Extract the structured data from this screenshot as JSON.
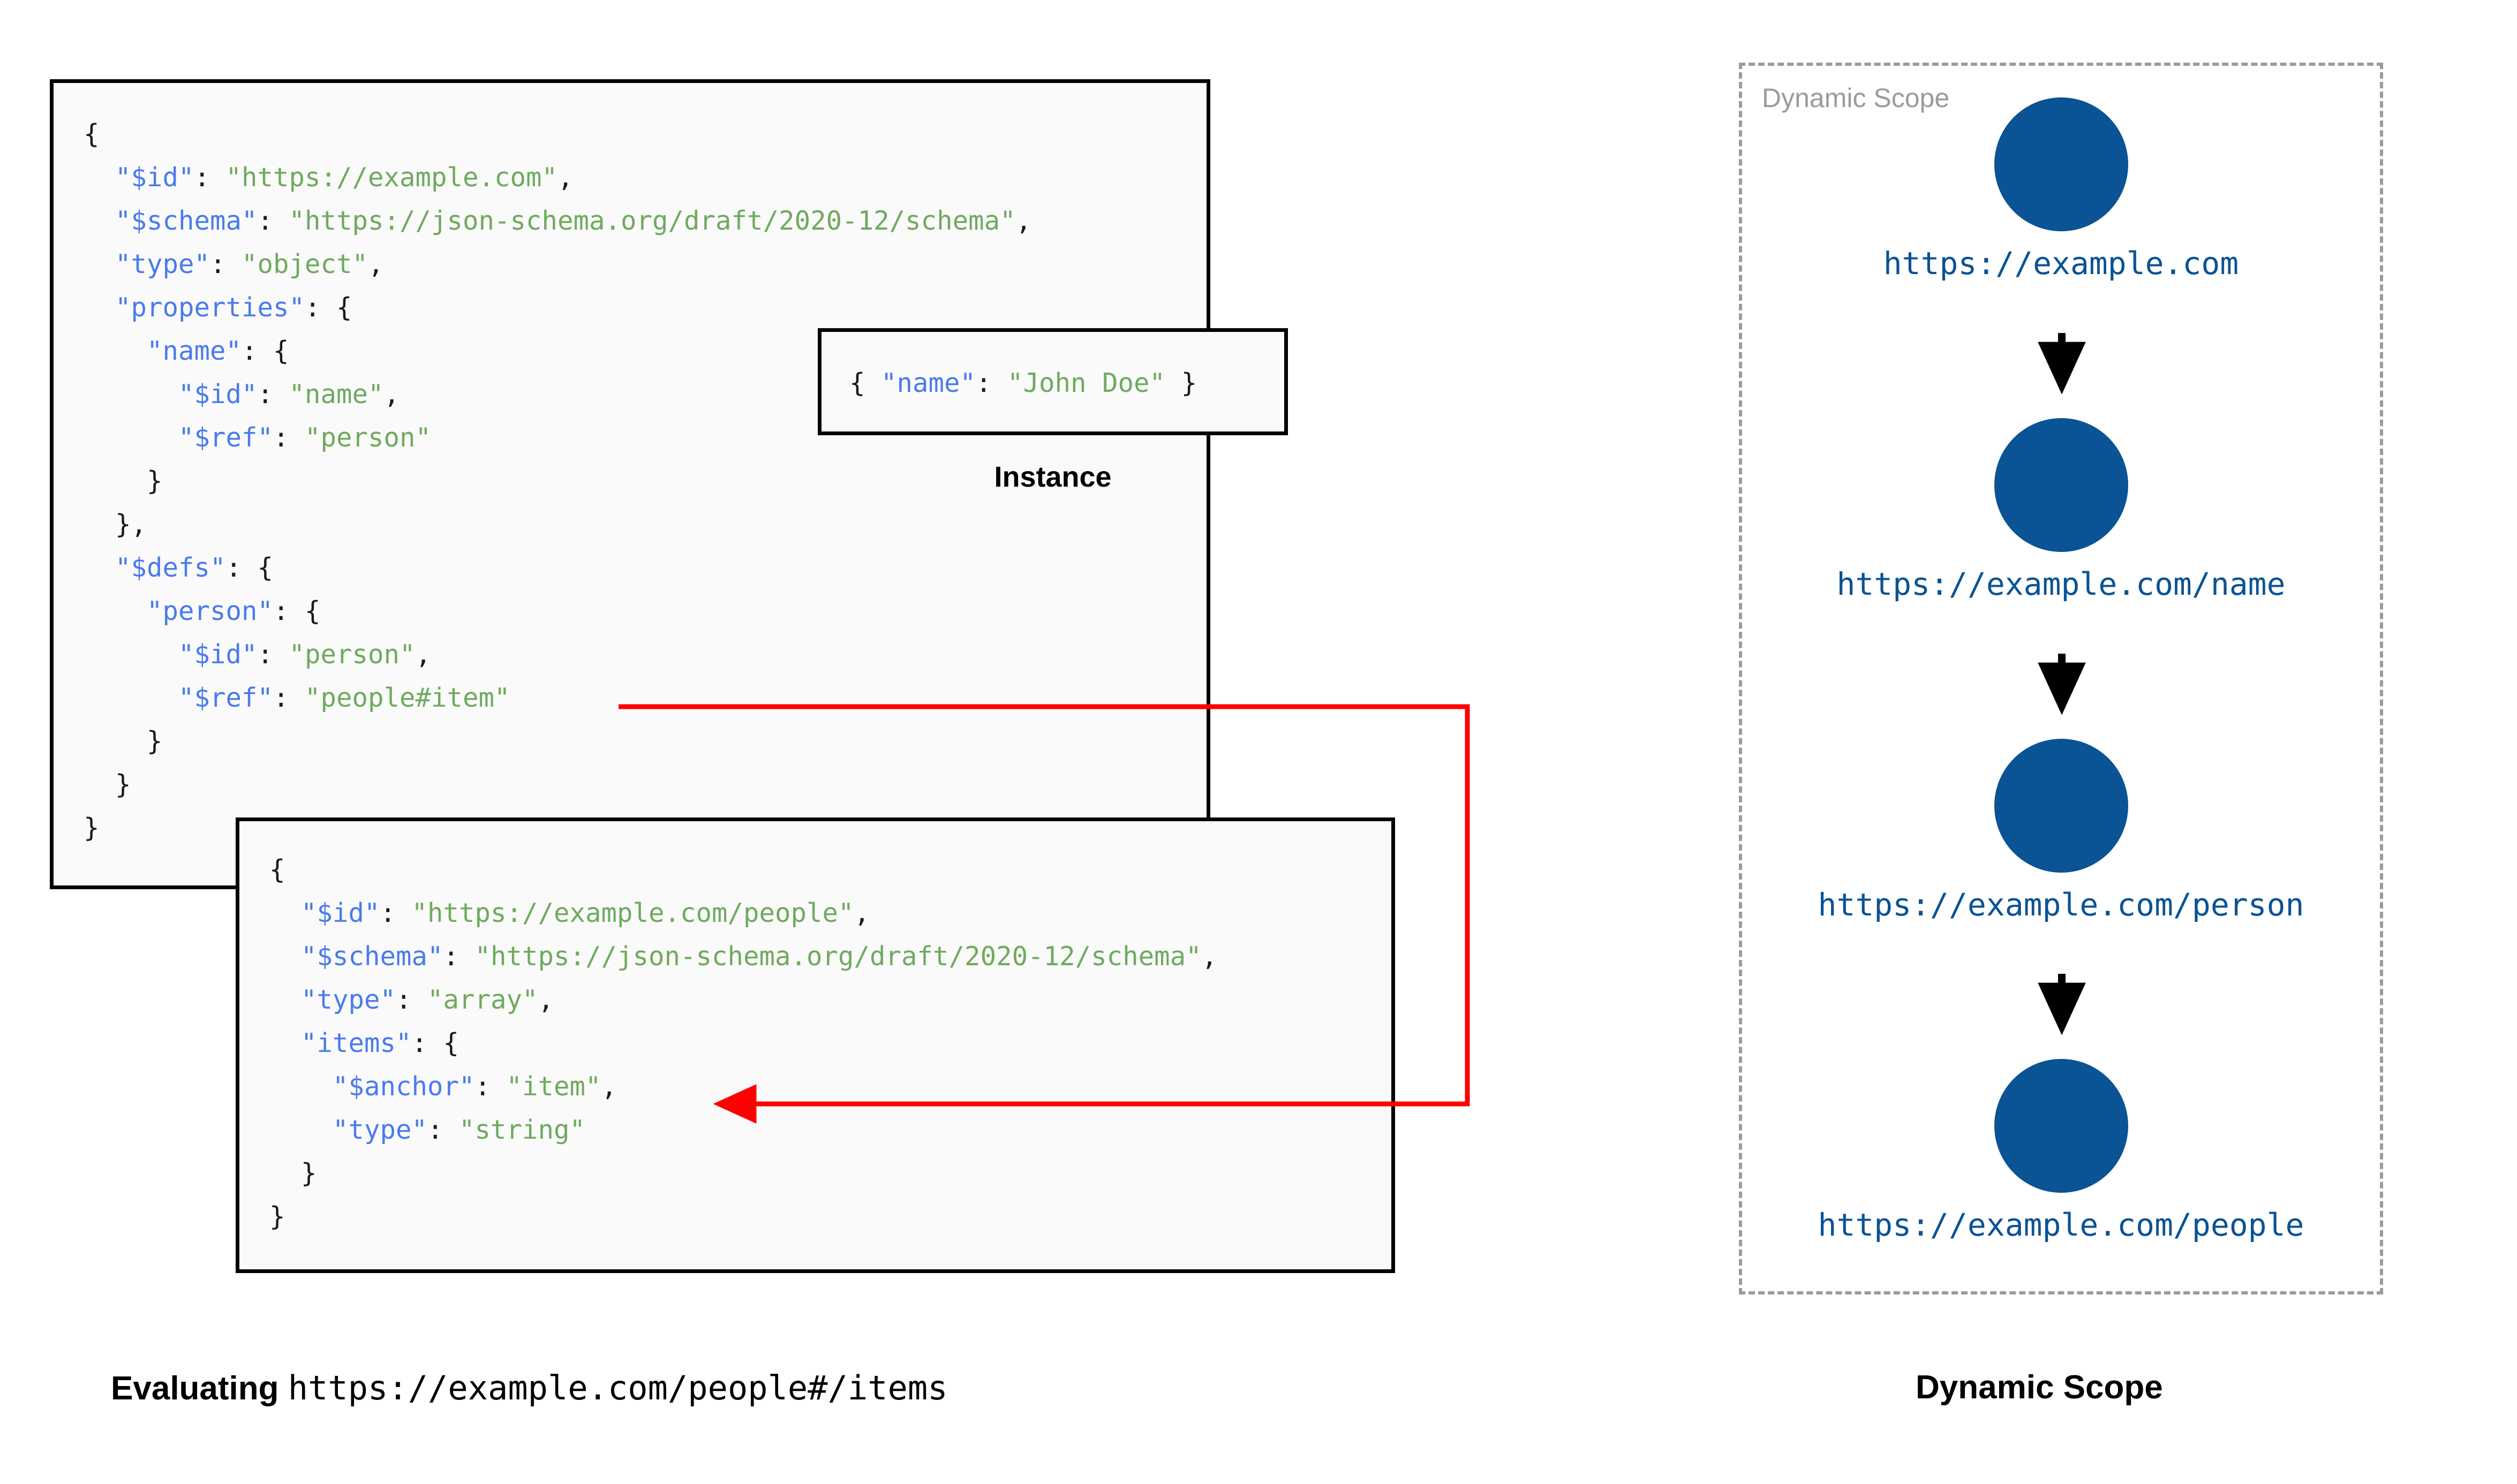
{
  "schema_root": {
    "title": "root-schema",
    "lines": [
      [
        {
          "t": "{",
          "c": "p"
        }
      ],
      [
        {
          "t": "  ",
          "c": "p"
        },
        {
          "t": "\"$id\"",
          "c": "k"
        },
        {
          "t": ": ",
          "c": "p"
        },
        {
          "t": "\"https://example.com\"",
          "c": "s"
        },
        {
          "t": ",",
          "c": "p"
        }
      ],
      [
        {
          "t": "  ",
          "c": "p"
        },
        {
          "t": "\"$schema\"",
          "c": "k"
        },
        {
          "t": ": ",
          "c": "p"
        },
        {
          "t": "\"https://json-schema.org/draft/2020-12/schema\"",
          "c": "s"
        },
        {
          "t": ",",
          "c": "p"
        }
      ],
      [
        {
          "t": "  ",
          "c": "p"
        },
        {
          "t": "\"type\"",
          "c": "k"
        },
        {
          "t": ": ",
          "c": "p"
        },
        {
          "t": "\"object\"",
          "c": "s"
        },
        {
          "t": ",",
          "c": "p"
        }
      ],
      [
        {
          "t": "  ",
          "c": "p"
        },
        {
          "t": "\"properties\"",
          "c": "k"
        },
        {
          "t": ": {",
          "c": "p"
        }
      ],
      [
        {
          "t": "    ",
          "c": "p"
        },
        {
          "t": "\"name\"",
          "c": "k"
        },
        {
          "t": ": {",
          "c": "p"
        }
      ],
      [
        {
          "t": "      ",
          "c": "p"
        },
        {
          "t": "\"$id\"",
          "c": "k"
        },
        {
          "t": ": ",
          "c": "p"
        },
        {
          "t": "\"name\"",
          "c": "s"
        },
        {
          "t": ",",
          "c": "p"
        }
      ],
      [
        {
          "t": "      ",
          "c": "p"
        },
        {
          "t": "\"$ref\"",
          "c": "k"
        },
        {
          "t": ": ",
          "c": "p"
        },
        {
          "t": "\"person\"",
          "c": "s"
        }
      ],
      [
        {
          "t": "    }",
          "c": "p"
        }
      ],
      [
        {
          "t": "  },",
          "c": "p"
        }
      ],
      [
        {
          "t": "  ",
          "c": "p"
        },
        {
          "t": "\"$defs\"",
          "c": "k"
        },
        {
          "t": ": {",
          "c": "p"
        }
      ],
      [
        {
          "t": "    ",
          "c": "p"
        },
        {
          "t": "\"person\"",
          "c": "k"
        },
        {
          "t": ": {",
          "c": "p"
        }
      ],
      [
        {
          "t": "      ",
          "c": "p"
        },
        {
          "t": "\"$id\"",
          "c": "k"
        },
        {
          "t": ": ",
          "c": "p"
        },
        {
          "t": "\"person\"",
          "c": "s"
        },
        {
          "t": ",",
          "c": "p"
        }
      ],
      [
        {
          "t": "      ",
          "c": "p"
        },
        {
          "t": "\"$ref\"",
          "c": "k"
        },
        {
          "t": ": ",
          "c": "p"
        },
        {
          "t": "\"people#item\"",
          "c": "s"
        }
      ],
      [
        {
          "t": "    }",
          "c": "p"
        }
      ],
      [
        {
          "t": "  }",
          "c": "p"
        }
      ],
      [
        {
          "t": "}",
          "c": "p"
        }
      ]
    ]
  },
  "instance": {
    "caption": "Instance",
    "lines": [
      [
        {
          "t": "{ ",
          "c": "p"
        },
        {
          "t": "\"name\"",
          "c": "k"
        },
        {
          "t": ": ",
          "c": "p"
        },
        {
          "t": "\"John Doe\"",
          "c": "s"
        },
        {
          "t": " }",
          "c": "p"
        }
      ]
    ]
  },
  "schema_people": {
    "title": "people-schema",
    "lines": [
      [
        {
          "t": "{",
          "c": "p"
        }
      ],
      [
        {
          "t": "  ",
          "c": "p"
        },
        {
          "t": "\"$id\"",
          "c": "k"
        },
        {
          "t": ": ",
          "c": "p"
        },
        {
          "t": "\"https://example.com/people\"",
          "c": "s"
        },
        {
          "t": ",",
          "c": "p"
        }
      ],
      [
        {
          "t": "  ",
          "c": "p"
        },
        {
          "t": "\"$schema\"",
          "c": "k"
        },
        {
          "t": ": ",
          "c": "p"
        },
        {
          "t": "\"https://json-schema.org/draft/2020-12/schema\"",
          "c": "s"
        },
        {
          "t": ",",
          "c": "p"
        }
      ],
      [
        {
          "t": "  ",
          "c": "p"
        },
        {
          "t": "\"type\"",
          "c": "k"
        },
        {
          "t": ": ",
          "c": "p"
        },
        {
          "t": "\"array\"",
          "c": "s"
        },
        {
          "t": ",",
          "c": "p"
        }
      ],
      [
        {
          "t": "  ",
          "c": "p"
        },
        {
          "t": "\"items\"",
          "c": "k"
        },
        {
          "t": ": {",
          "c": "p"
        }
      ],
      [
        {
          "t": "    ",
          "c": "p"
        },
        {
          "t": "\"$anchor\"",
          "c": "k"
        },
        {
          "t": ": ",
          "c": "p"
        },
        {
          "t": "\"item\"",
          "c": "s"
        },
        {
          "t": ",",
          "c": "p"
        }
      ],
      [
        {
          "t": "    ",
          "c": "p"
        },
        {
          "t": "\"type\"",
          "c": "k"
        },
        {
          "t": ": ",
          "c": "p"
        },
        {
          "t": "\"string\"",
          "c": "s"
        }
      ],
      [
        {
          "t": "  }",
          "c": "p"
        }
      ],
      [
        {
          "t": "}",
          "c": "p"
        }
      ]
    ]
  },
  "captions": {
    "evaluating_prefix": "Evaluating",
    "evaluating_uri": "https://example.com/people#/items",
    "dynamic_scope": "Dynamic Scope"
  },
  "dynamic_scope": {
    "label": "Dynamic Scope",
    "nodes": [
      {
        "url": "https://example.com"
      },
      {
        "url": "https://example.com/name"
      },
      {
        "url": "https://example.com/person"
      },
      {
        "url": "https://example.com/people"
      }
    ]
  },
  "colors": {
    "key_blue": "#4a7bec",
    "string_green": "#6faa5f",
    "node_blue": "#0a5394",
    "ref_arrow_red": "#ff0000",
    "scope_border_gray": "#9b9b9b",
    "box_fill": "#fafafa",
    "box_border": "#000000"
  }
}
